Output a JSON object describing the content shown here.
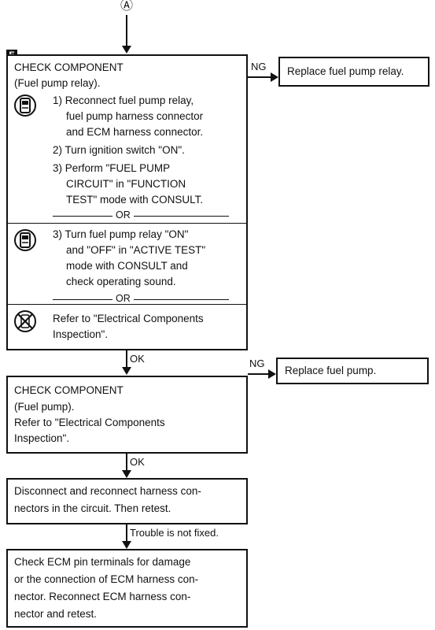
{
  "connector": "Ⓐ",
  "section_tag": "E",
  "step1": {
    "title": "CHECK COMPONENT",
    "subtitle": "(Fuel pump relay).",
    "a_lines": [
      "1) Reconnect fuel pump relay,",
      "fuel pump harness connector",
      "and ECM harness connector.",
      "2) Turn ignition switch \"ON\".",
      "3) Perform \"FUEL PUMP",
      "CIRCUIT\" in \"FUNCTION",
      "TEST\" mode with CONSULT."
    ],
    "or1": "OR",
    "b_lines": [
      "3) Turn fuel pump relay \"ON\"",
      "and \"OFF\" in \"ACTIVE TEST\"",
      "mode with CONSULT and",
      "check operating sound."
    ],
    "or2": "OR",
    "c_lines": [
      "Refer to \"Electrical Components",
      "Inspection\"."
    ],
    "ng_label": "NG",
    "ng_action": "Replace fuel pump relay.",
    "ok_label": "OK"
  },
  "step2": {
    "lines": [
      "CHECK COMPONENT",
      "(Fuel pump).",
      "Refer to \"Electrical Components",
      "Inspection\"."
    ],
    "ng_label": "NG",
    "ng_action": "Replace fuel pump.",
    "ok_label": "OK"
  },
  "step3": {
    "lines": [
      "Disconnect and reconnect harness con-",
      "nectors in the circuit. Then retest."
    ],
    "next_label": "Trouble is not fixed."
  },
  "step4": {
    "lines": [
      "Check ECM pin terminals for damage",
      "or the connection of ECM harness con-",
      "nector. Reconnect ECM harness con-",
      "nector and retest."
    ]
  }
}
